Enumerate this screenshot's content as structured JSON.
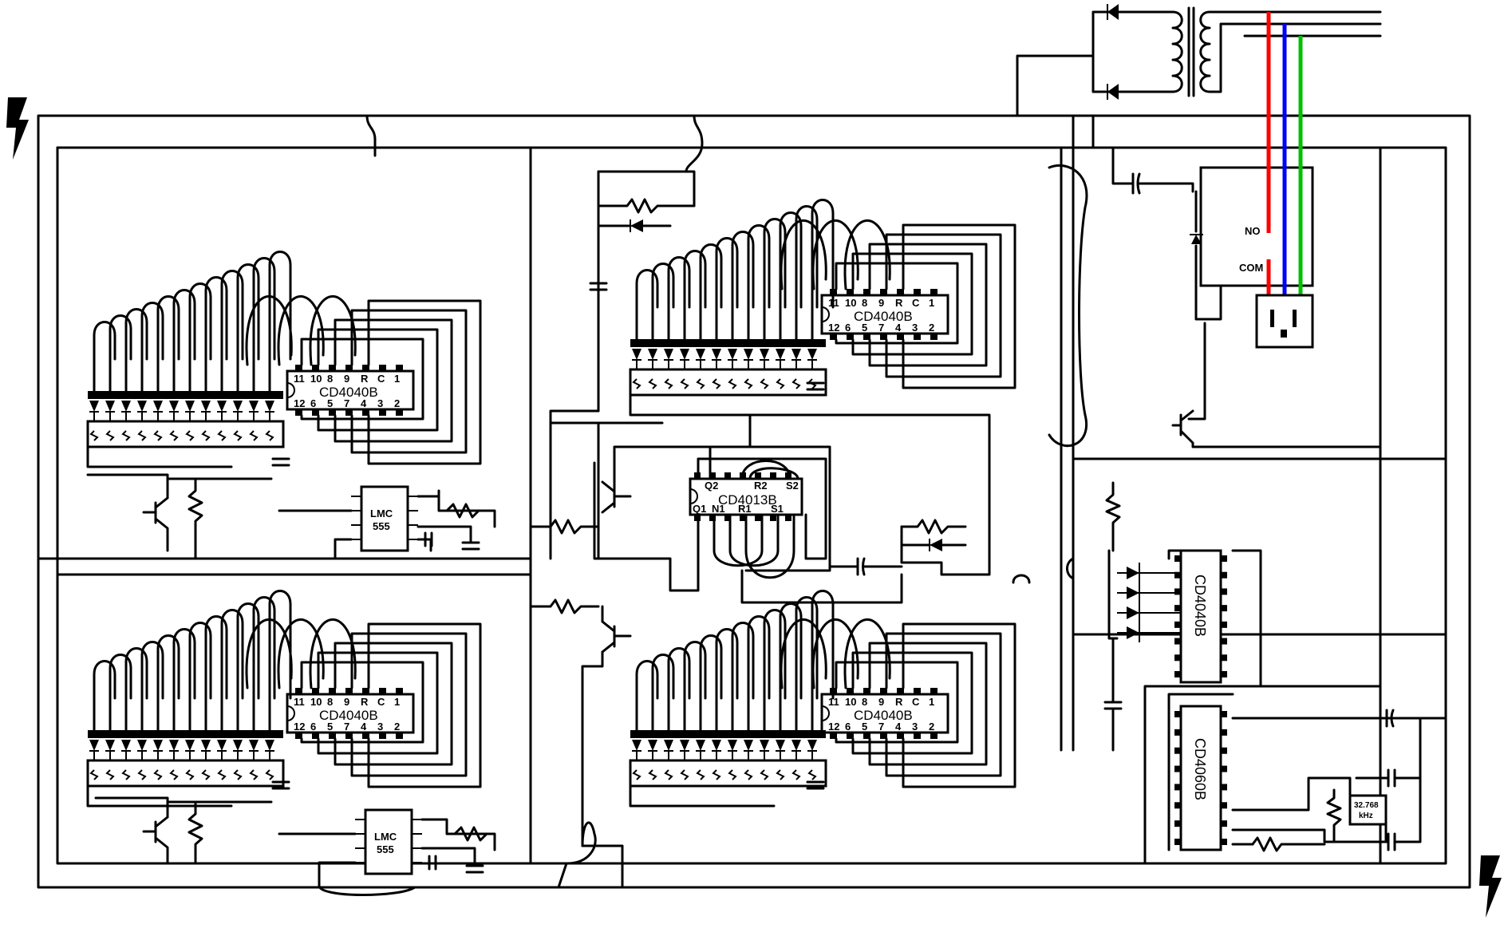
{
  "colors": {
    "wire": "#000000",
    "background": "#ffffff",
    "mains_line": "#ff0000",
    "mains_neutral": "#0000ff",
    "mains_ground": "#00c000"
  },
  "icons": [
    "lightning-bolt-icon",
    "diode-icon",
    "transistor-icon",
    "resistor-icon",
    "capacitor-icon",
    "transformer-icon",
    "outlet-icon",
    "crystal-icon"
  ],
  "counters": [
    {
      "name": "CD4040B",
      "top_pins": [
        "11",
        "10",
        "8",
        "9",
        "R",
        "C",
        "1"
      ],
      "bottom_pins": [
        "12",
        "6",
        "5",
        "7",
        "4",
        "3",
        "2"
      ]
    },
    {
      "name": "CD4040B",
      "top_pins": [
        "11",
        "10",
        "8",
        "9",
        "R",
        "C",
        "1"
      ],
      "bottom_pins": [
        "12",
        "6",
        "5",
        "7",
        "4",
        "3",
        "2"
      ]
    },
    {
      "name": "CD4040B",
      "top_pins": [
        "11",
        "10",
        "8",
        "9",
        "R",
        "C",
        "1"
      ],
      "bottom_pins": [
        "12",
        "6",
        "5",
        "7",
        "4",
        "3",
        "2"
      ]
    },
    {
      "name": "CD4040B",
      "top_pins": [
        "11",
        "10",
        "8",
        "9",
        "R",
        "C",
        "1"
      ],
      "bottom_pins": [
        "12",
        "6",
        "5",
        "7",
        "4",
        "3",
        "2"
      ]
    }
  ],
  "timers": [
    {
      "line1": "LMC",
      "line2": "555"
    },
    {
      "line1": "LMC",
      "line2": "555"
    }
  ],
  "flipflop": {
    "name": "CD4013B",
    "top_pins": [
      "Q2",
      "R2",
      "S2"
    ],
    "bottom_pins": [
      "Q1",
      "N1",
      "R1",
      "S1"
    ]
  },
  "vertical_chips": {
    "divider": "CD4040B",
    "oscillator": "CD4060B"
  },
  "crystal": {
    "line1": "32.768",
    "line2": "kHz"
  },
  "relay": {
    "no": "NO",
    "com": "COM"
  }
}
